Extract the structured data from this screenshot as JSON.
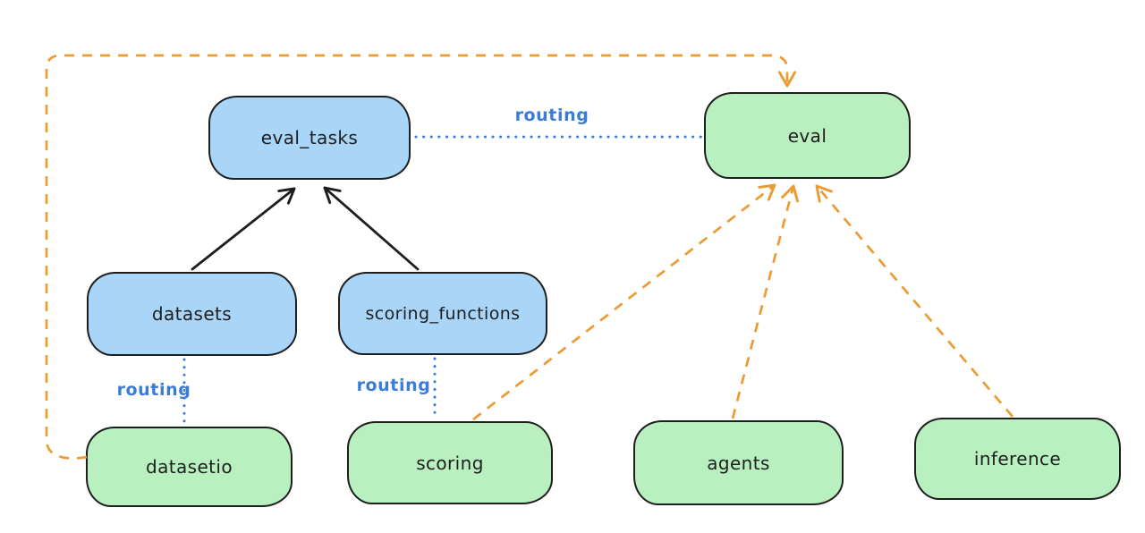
{
  "diagram": {
    "type": "architecture-graph",
    "background": "#ffffff",
    "nodes": {
      "eval_tasks": {
        "label": "eval_tasks",
        "kind": "api",
        "fill": "#a9d5f8"
      },
      "eval": {
        "label": "eval",
        "kind": "provider",
        "fill": "#b9f0bf"
      },
      "datasets": {
        "label": "datasets",
        "kind": "api",
        "fill": "#a9d5f8"
      },
      "scoring_functions": {
        "label": "scoring_functions",
        "kind": "api",
        "fill": "#a9d5f8"
      },
      "datasetio": {
        "label": "datasetio",
        "kind": "provider",
        "fill": "#b9f0bf"
      },
      "scoring": {
        "label": "scoring",
        "kind": "provider",
        "fill": "#b9f0bf"
      },
      "agents": {
        "label": "agents",
        "kind": "provider",
        "fill": "#b9f0bf"
      },
      "inference": {
        "label": "inference",
        "kind": "provider",
        "fill": "#b9f0bf"
      }
    },
    "edges": [
      {
        "from": "datasets",
        "to": "eval_tasks",
        "style": "solid-arrow",
        "color": "#1e1e1e"
      },
      {
        "from": "scoring_functions",
        "to": "eval_tasks",
        "style": "solid-arrow",
        "color": "#1e1e1e"
      },
      {
        "from": "eval_tasks",
        "to": "eval",
        "style": "dotted-line",
        "label": "routing",
        "color": "#3b7cd6"
      },
      {
        "from": "datasets",
        "to": "datasetio",
        "style": "dotted-line",
        "label": "routing",
        "color": "#3b7cd6"
      },
      {
        "from": "scoring_functions",
        "to": "scoring",
        "style": "dotted-line",
        "label": "routing",
        "color": "#3b7cd6"
      },
      {
        "from": "datasetio",
        "to": "eval",
        "style": "dashed-arrow",
        "color": "#ec9b33"
      },
      {
        "from": "scoring",
        "to": "eval",
        "style": "dashed-arrow",
        "color": "#ec9b33"
      },
      {
        "from": "agents",
        "to": "eval",
        "style": "dashed-arrow",
        "color": "#ec9b33"
      },
      {
        "from": "inference",
        "to": "eval",
        "style": "dashed-arrow",
        "color": "#ec9b33"
      }
    ],
    "edge_labels": {
      "eval_tasks_eval": "routing",
      "datasets_datasetio": "routing",
      "scoring_functions_scoring": "routing"
    },
    "colors": {
      "api_fill": "#a9d5f8",
      "provider_fill": "#b9f0bf",
      "stroke": "#1e1e1e",
      "routing_color": "#3b7cd6",
      "dependency_color": "#ec9b33"
    }
  }
}
